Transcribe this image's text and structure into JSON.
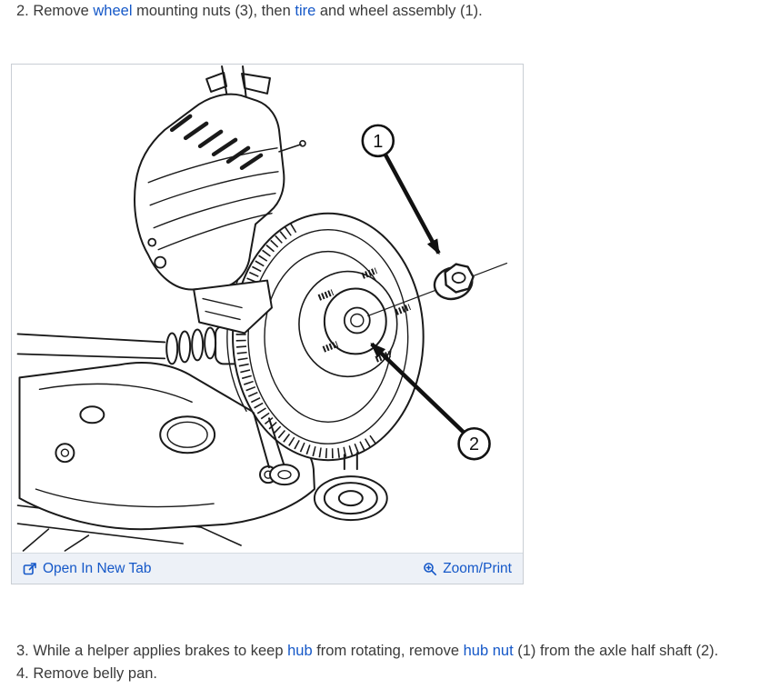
{
  "colors": {
    "link": "#1558c8",
    "text": "#3a3a3a",
    "toolbar_bg": "#edf1f7",
    "figure_border": "#c9ced4",
    "line_art": "#1a1a1a"
  },
  "step2": {
    "segments": [
      {
        "text": "2. Remove "
      },
      {
        "text": "wheel",
        "link": true
      },
      {
        "text": " mounting nuts (3), then "
      },
      {
        "text": "tire",
        "link": true
      },
      {
        "text": " and wheel assembly (1)."
      }
    ]
  },
  "figure": {
    "callouts": [
      "1",
      "2"
    ],
    "toolbar": {
      "open_in_new_tab": "Open In New Tab",
      "zoom_print": "Zoom/Print"
    }
  },
  "step3": {
    "segments": [
      {
        "text": "3. While a helper applies brakes to keep "
      },
      {
        "text": "hub",
        "link": true
      },
      {
        "text": " from rotating, remove "
      },
      {
        "text": "hub nut",
        "link": true
      },
      {
        "text": " (1) from the axle half shaft (2)."
      }
    ]
  },
  "step4": {
    "text": "4. Remove belly pan."
  }
}
